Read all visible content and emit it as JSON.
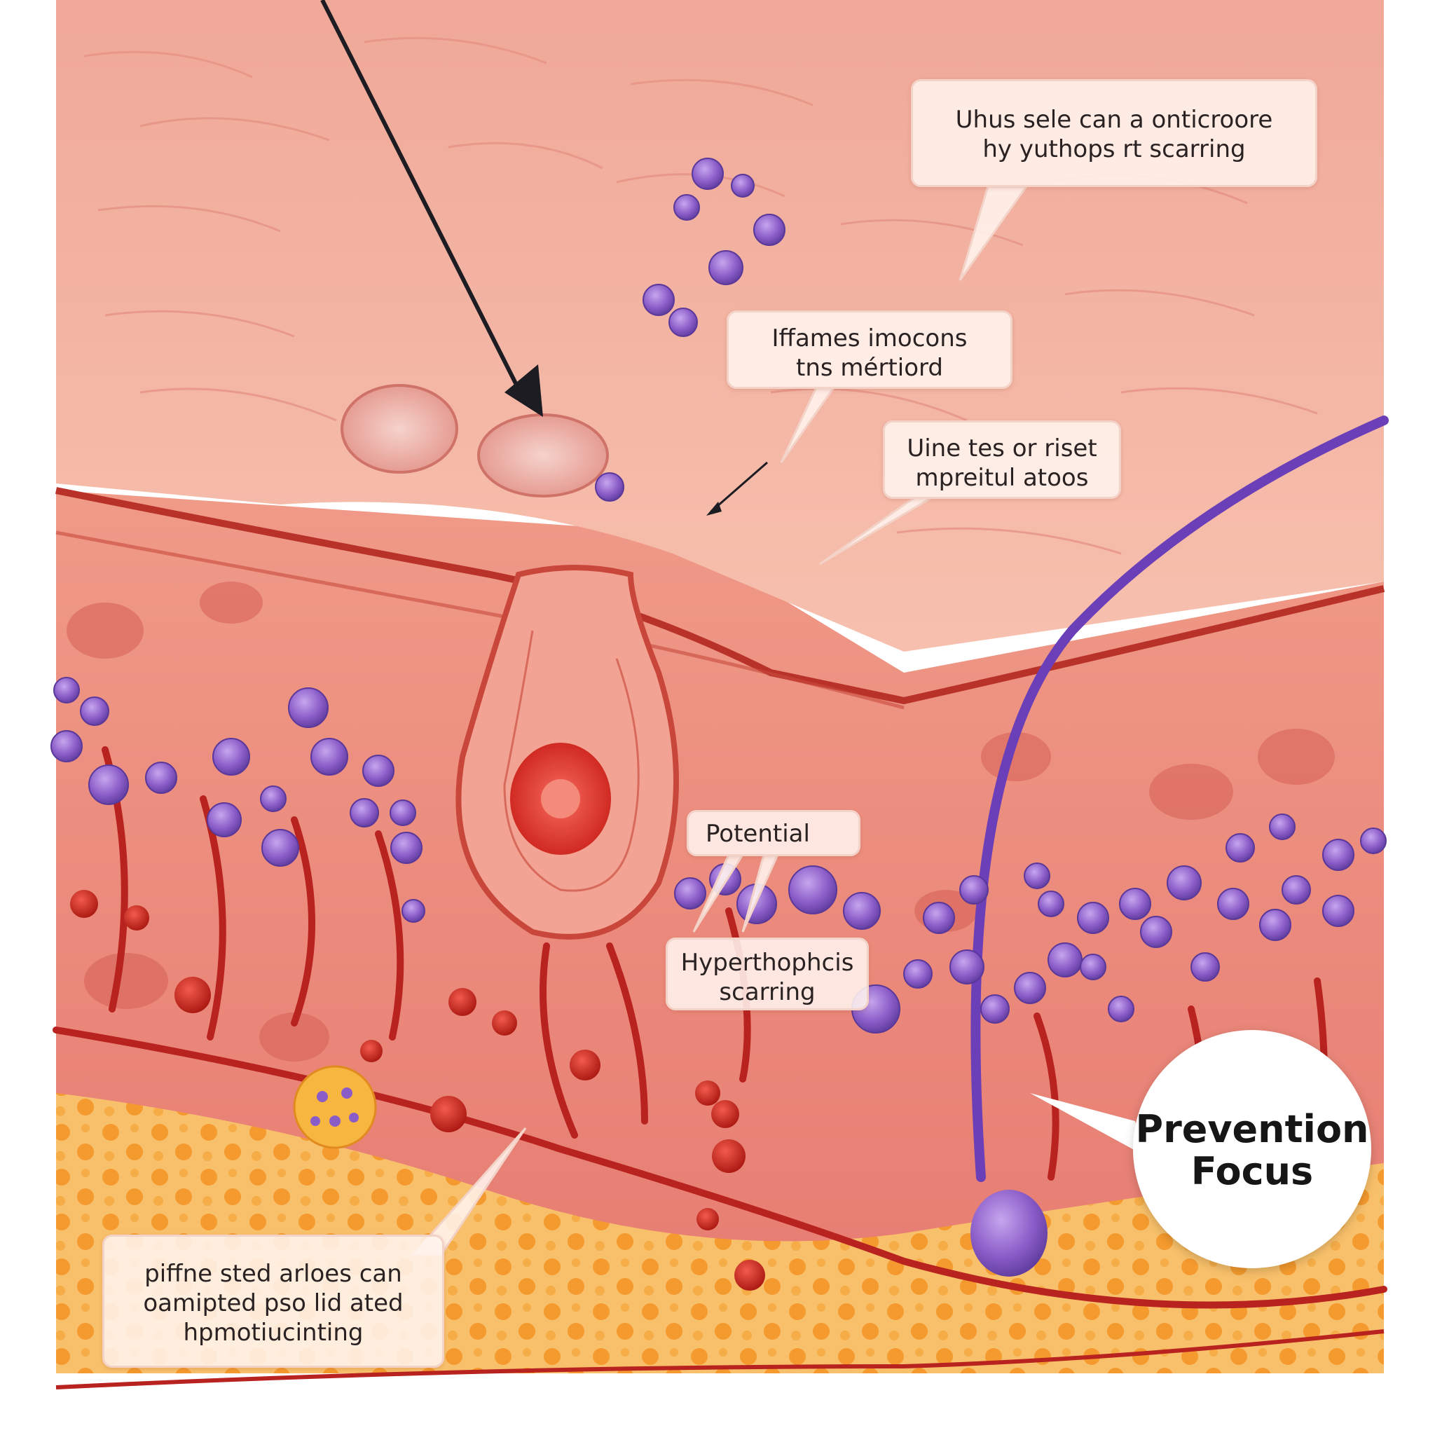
{
  "callouts": {
    "top_right": {
      "line1": "Uhus sele can a onticroore",
      "line2": "hy yuthops rt scarring"
    },
    "inflammation": {
      "line1": "Iffames imocons",
      "line2": "tns mértiord"
    },
    "mid_right": {
      "line1": "Uine tes or riset",
      "line2": "mpreitul atoos"
    },
    "potential": {
      "line1": "Potential"
    },
    "hypertrophic": {
      "line1": "Hyperthophcis",
      "line2": "scarring"
    },
    "bottom_left": {
      "line1": "piffne sted arloes can",
      "line2": "oamipted pso lid ated",
      "line3": "hpmotiucinting"
    }
  },
  "badge": {
    "line1": "Prevention",
    "line2": "Focus"
  },
  "colors": {
    "epidermis": "#f2a99a",
    "dermis": "#e8837a",
    "fat": "#f5a53a",
    "vessel": "#b8221f",
    "immune_cell": "#8a5cc8",
    "follicle": "#e96e5e",
    "nerve": "#6a3fb8"
  },
  "icons": [
    "arrow-icon",
    "immune-cell-icon",
    "red-blood-cell-icon",
    "pustule-icon",
    "mast-cell-icon"
  ]
}
